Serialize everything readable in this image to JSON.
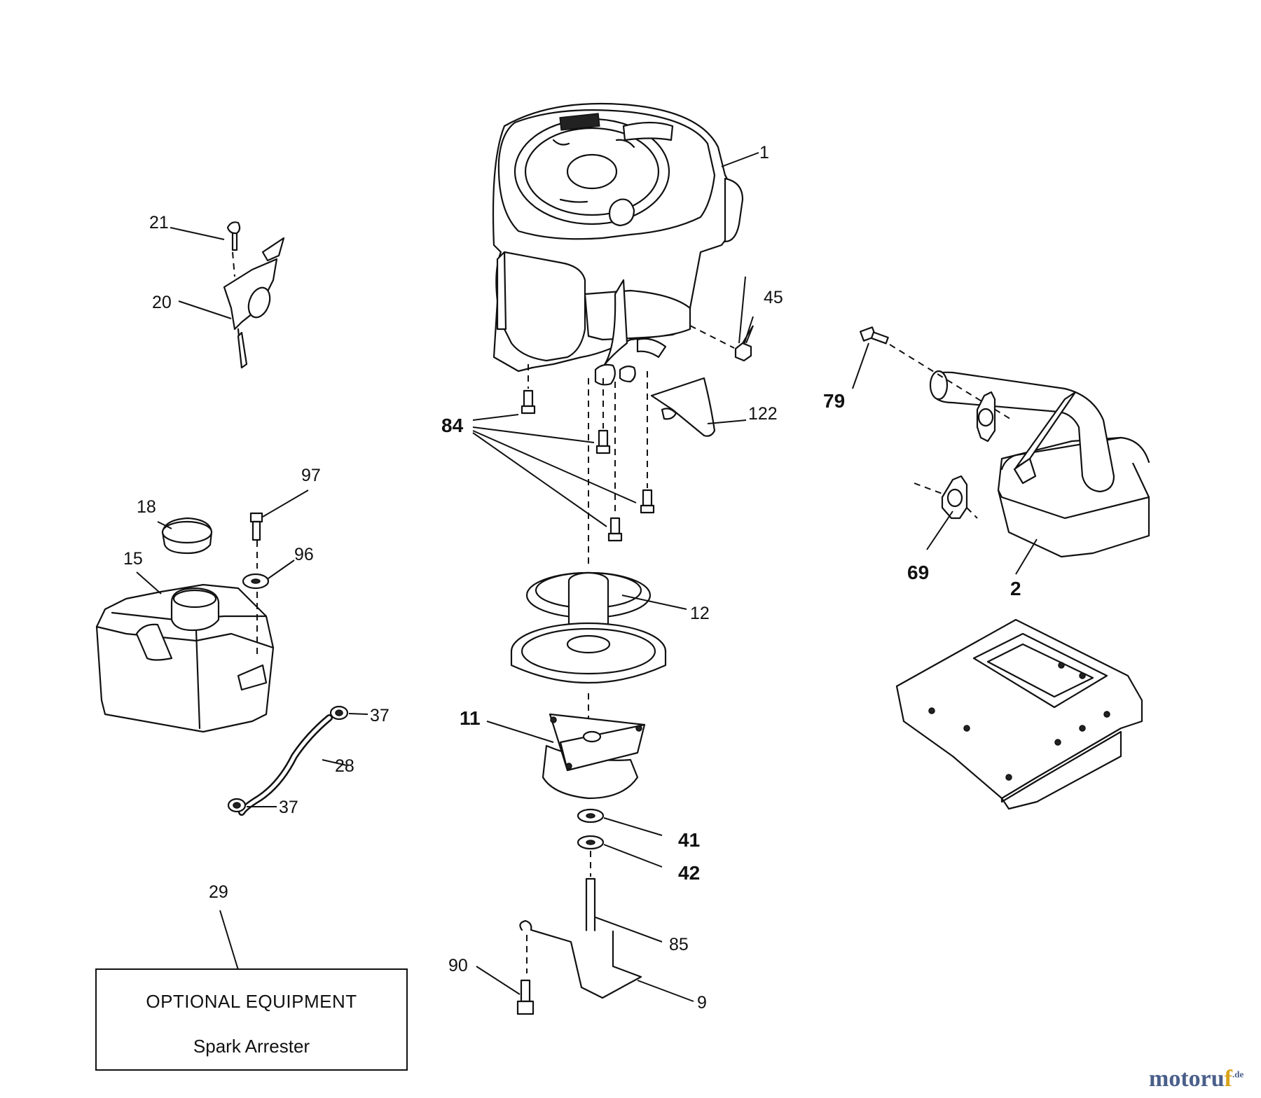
{
  "callouts": {
    "engine": "1",
    "muffler": "2",
    "bracket_9": "9",
    "clutch": "11",
    "pulley": "12",
    "fuel_tank": "15",
    "fuel_cap": "18",
    "throttle_bracket": "20",
    "throttle_screw": "21",
    "fuel_line": "28",
    "optional_ref": "29",
    "clamp_top": "37",
    "clamp_bottom": "37",
    "washer_41": "41",
    "washer_42": "42",
    "nut_45": "45",
    "gasket": "69",
    "muffler_bolt": "79",
    "engine_bolts": "84",
    "bolt_85": "85",
    "bolt_90": "90",
    "tank_washer": "96",
    "tank_bolt": "97",
    "heat_shield": "122"
  },
  "optional_equipment": {
    "title": "OPTIONAL EQUIPMENT",
    "item": "Spark Arrester"
  },
  "watermark": {
    "text_a": "motoru",
    "text_b": "f",
    "suffix": ".de"
  }
}
